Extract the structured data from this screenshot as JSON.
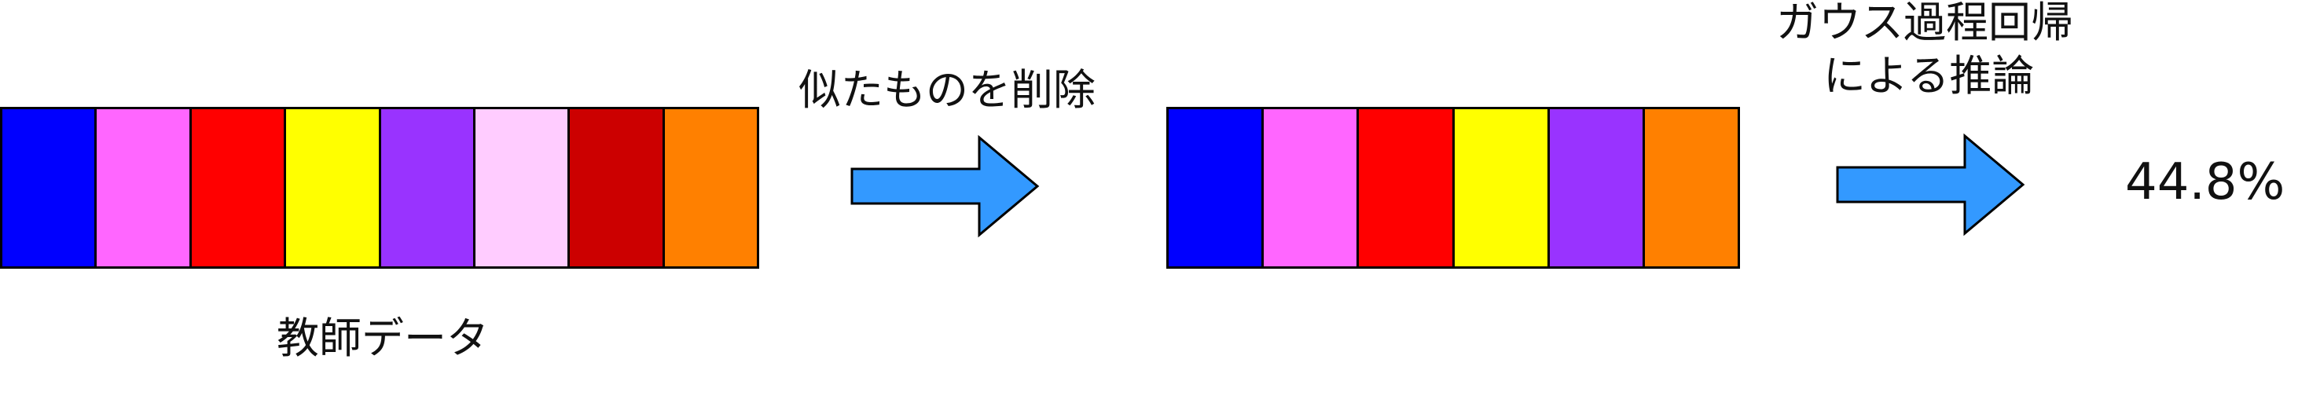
{
  "teacher_data": {
    "label": "教師データ",
    "colors": [
      "#0000ff",
      "#ff66ff",
      "#ff0000",
      "#ffff00",
      "#9933ff",
      "#ffccff",
      "#cc0000",
      "#ff8000"
    ]
  },
  "step_1": {
    "label": "似たものを削除"
  },
  "reduced_data": {
    "colors": [
      "#0000ff",
      "#ff66ff",
      "#ff0000",
      "#ffff00",
      "#9933ff",
      "#ff8000"
    ]
  },
  "step_2": {
    "label_line_1": "ガウス過程回帰",
    "label_line_2": "による推論"
  },
  "result": {
    "value": "44.8%"
  },
  "arrow_color": "#3399ff"
}
